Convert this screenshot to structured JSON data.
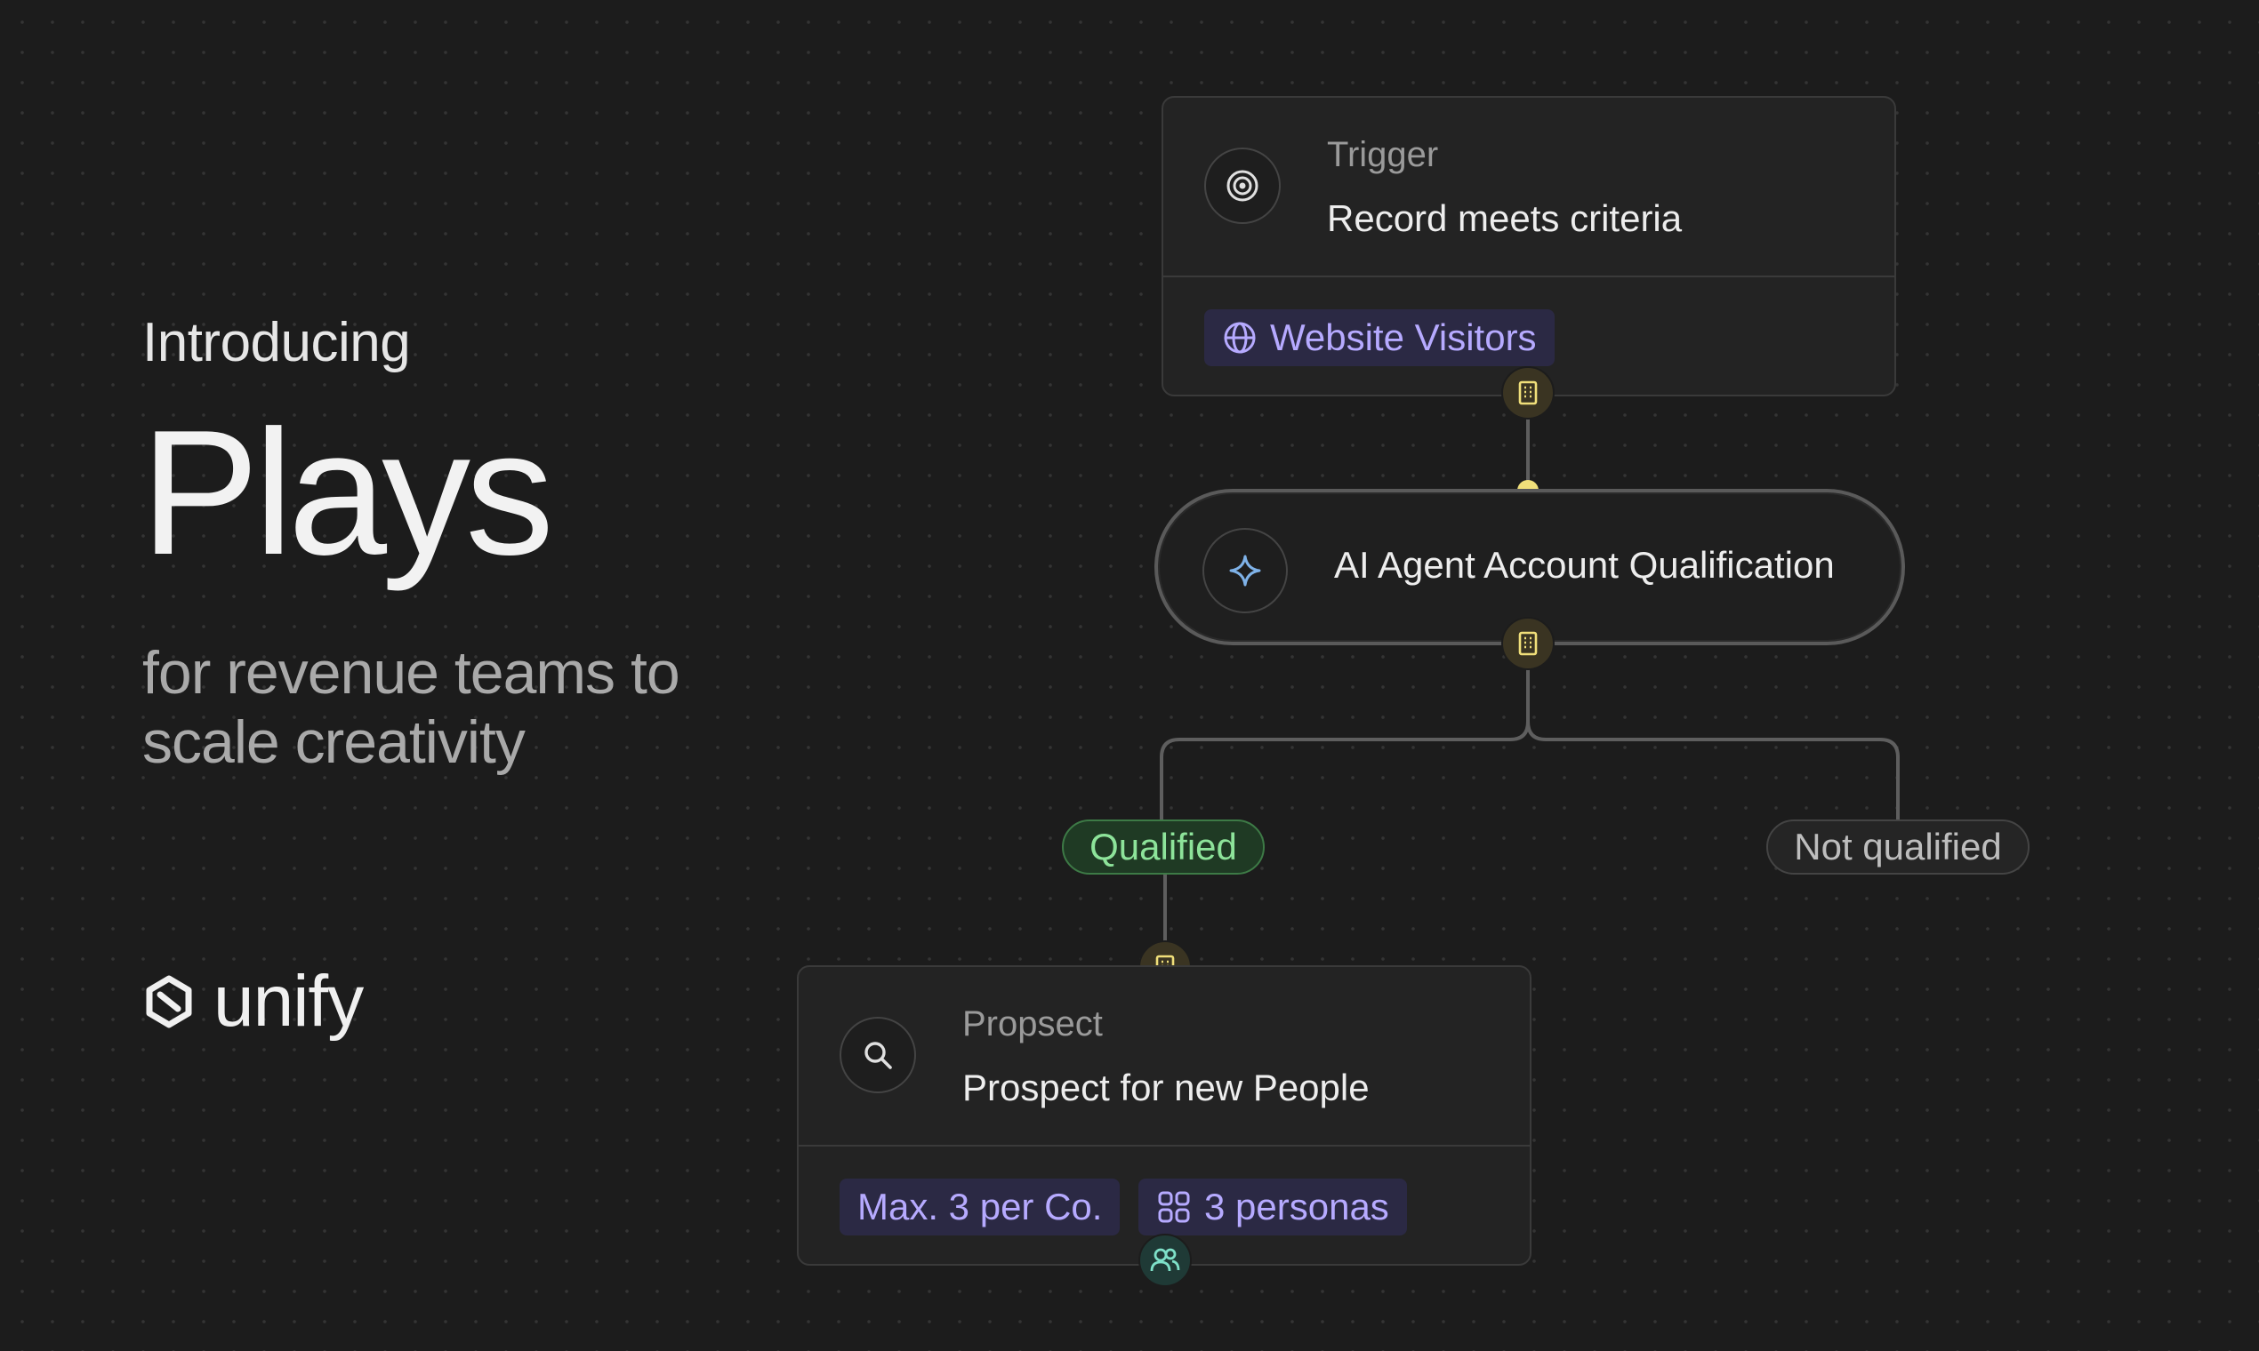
{
  "hero": {
    "intro": "Introducing",
    "headline": "Plays",
    "subtitle": "for revenue teams to scale creativity",
    "brand": "unify"
  },
  "trigger_card": {
    "label": "Trigger",
    "title": "Record meets criteria",
    "chip": "Website Visitors",
    "icon": "target-icon",
    "chip_icon": "globe-icon"
  },
  "agent_node": {
    "title": "AI Agent Account Qualification",
    "icon": "sparkle-icon"
  },
  "branches": {
    "qualified": "Qualified",
    "not_qualified": "Not qualified"
  },
  "prospect_card": {
    "label": "Propsect",
    "title": "Prospect for new People",
    "chips": [
      "Max. 3 per Co.",
      "3 personas"
    ],
    "icon": "search-icon",
    "chip_icon": "grid-icon"
  },
  "colors": {
    "background": "#1c1c1c",
    "chip_text": "#b6aaff",
    "qualified": "#8de39a",
    "connector_dot": "#f0df7a"
  }
}
